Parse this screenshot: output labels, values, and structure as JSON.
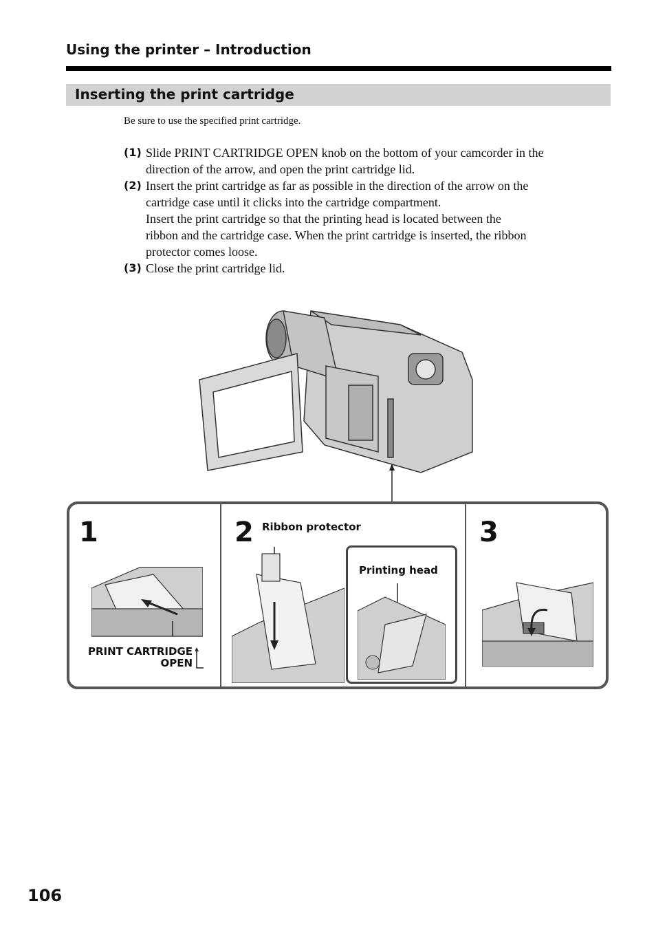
{
  "header": {
    "title": "Using the printer – Introduction"
  },
  "section": {
    "title": "Inserting the print cartridge"
  },
  "intro": "Be sure to use the specified print cartridge.",
  "steps": [
    {
      "num": "(1)",
      "lines": [
        "Slide PRINT CARTRIDGE OPEN knob on the bottom of your camcorder in the",
        "direction of the arrow, and open the print cartridge lid."
      ]
    },
    {
      "num": "(2)",
      "lines": [
        "Insert the print cartridge as far as possible in the direction of the arrow on the",
        "cartridge case until it clicks into the cartridge compartment.",
        "Insert the print cartridge so that the printing head is located between the",
        "ribbon and the cartridge case. When the print cartridge is inserted, the ribbon",
        "protector comes loose."
      ]
    },
    {
      "num": "(3)",
      "lines": [
        "Close the print cartridge lid."
      ]
    }
  ],
  "figure": {
    "panels": [
      {
        "number": "1",
        "label_line1": "PRINT CARTRIDGE",
        "label_line2": "OPEN"
      },
      {
        "number": "2",
        "label_a": "Ribbon protector",
        "label_b": "Printing head"
      },
      {
        "number": "3"
      }
    ]
  },
  "page_number": "106"
}
